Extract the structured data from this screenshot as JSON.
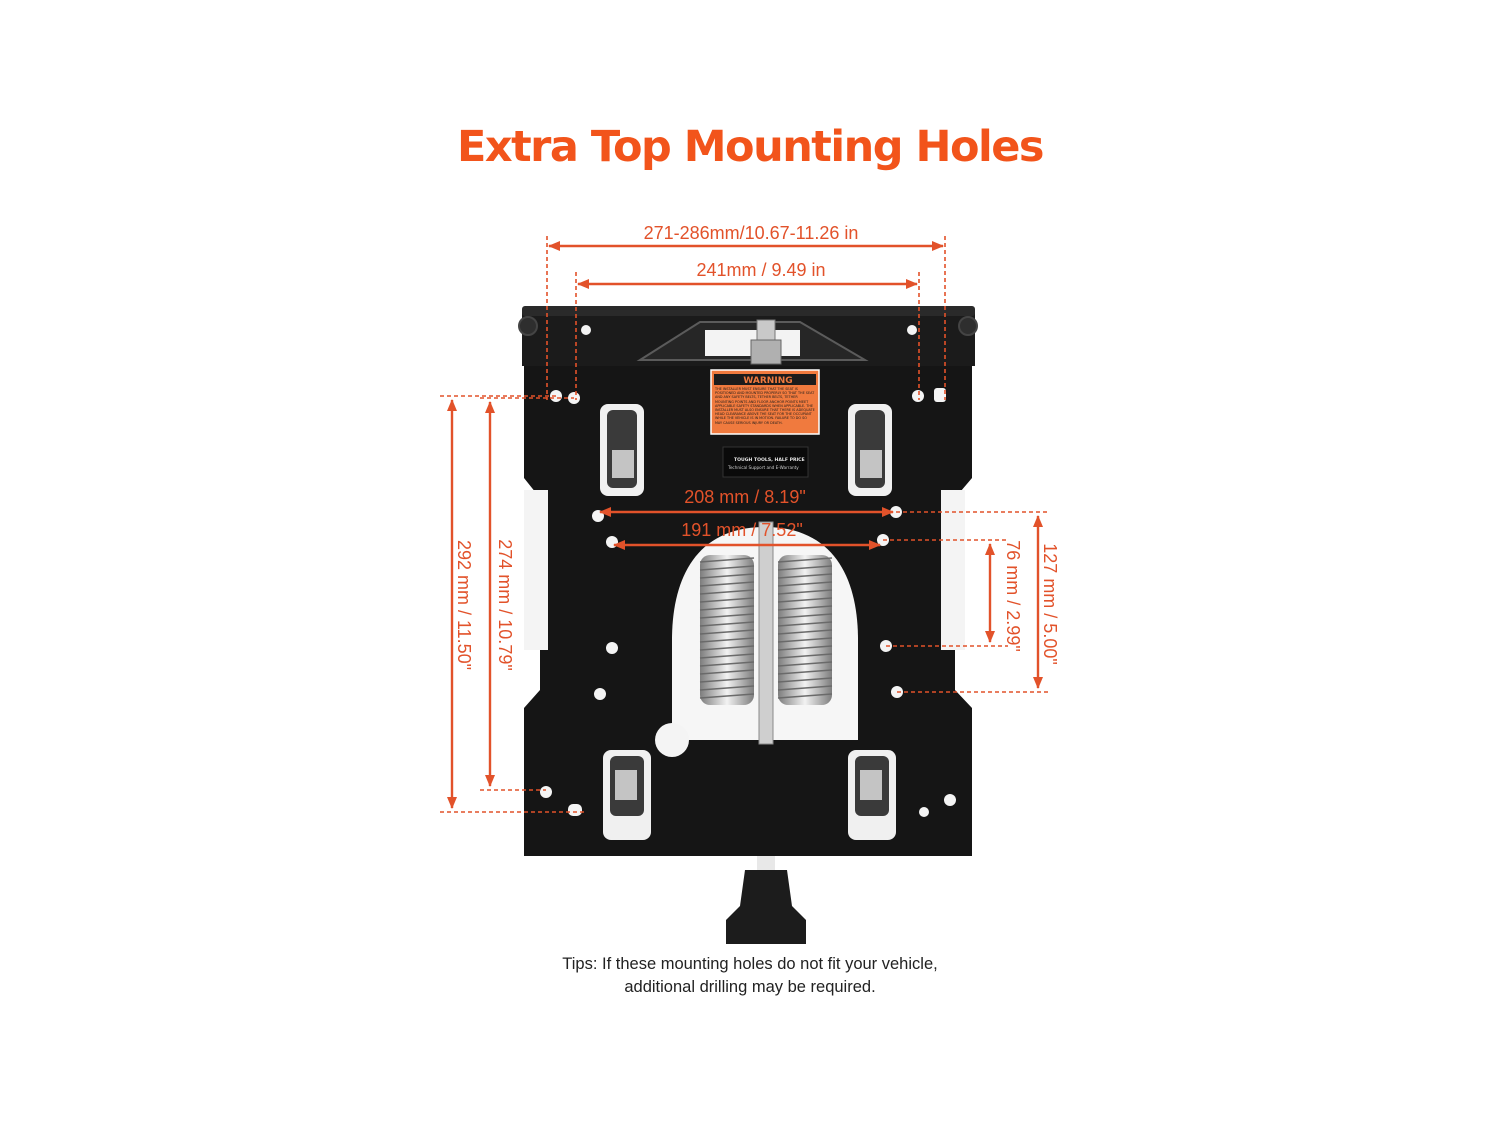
{
  "title": "Extra Top Mounting Holes",
  "dimensions": {
    "outer_width": "271-286mm/10.67-11.26 in",
    "inner_width": "241mm / 9.49 in",
    "mid_width_upper": "208 mm / 8.19\"",
    "mid_width_lower": "191 mm / 7.52\"",
    "height_outer": "292 mm / 11.50\"",
    "height_inner": "274 mm / 10.79\"",
    "side_short": "76 mm / 2.99\"",
    "side_long": "127 mm / 5.00\""
  },
  "warning_label": {
    "heading": "WARNING",
    "body": "THE INSTALLER MUST ENSURE THAT THE SEAT IS POSITIONED AND MOUNTED PROPERLY SO THAT THE SEAT AND ANY SAFETY BELTS, TETHER BELTS, TETHER MOUNTING POINTS AND FLOOR ANCHOR POINTS MEET APPLICABLE SAFETY STANDARDS WHEN APPLICABLE. THE INSTALLER MUST ALSO ENSURE THAT THERE IS ADEQUATE HEAD CLEARANCE ABOVE THE SEAT FOR THE OCCUPANT WHILE THE VEHICLE IS IN MOTION. FAILURE TO DO SO MAY CAUSE SERIOUS INJURY OR DEATH."
  },
  "brand_label": {
    "line1": "TOUGH TOOLS, HALF PRICE",
    "line2": "Technical Support and E-Warranty"
  },
  "tips": {
    "line1": "Tips: If these mounting holes do not fit your vehicle,",
    "line2": "additional drilling may be required."
  },
  "colors": {
    "accent": "#f2541b",
    "dimension": "#e2522a",
    "plate": "#151515",
    "warning_bg": "#f07a3e"
  }
}
